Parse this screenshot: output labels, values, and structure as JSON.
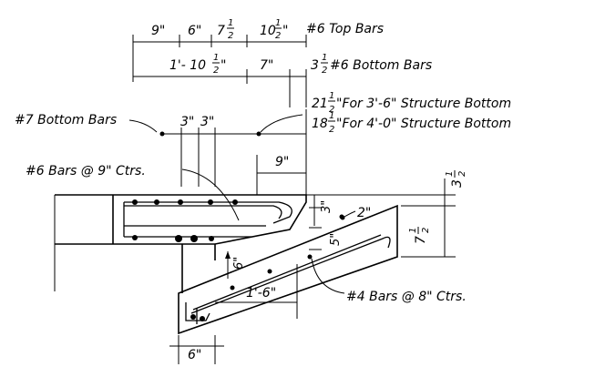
{
  "top_dims": {
    "d1": "9\"",
    "d2": "6\"",
    "d3_whole": "7",
    "d3_num": "1",
    "d3_den": "2",
    "d3_unit": "\"",
    "d4_whole": "10",
    "d4_num": "1",
    "d4_den": "2",
    "d4_unit": "\"",
    "top_bars": "#6 Top Bars"
  },
  "second_dims": {
    "d1_prefix": "1'- 10",
    "d1_num": "1",
    "d1_den": "2",
    "d1_unit": "\"",
    "d2": "7\"",
    "d3_whole": "3",
    "d3_num": "1",
    "d3_den": "2",
    "d3_unit": "\"",
    "bottom_bars": "#6 Bottom Bars"
  },
  "bottom_notes": {
    "left_label": "#7 Bottom Bars",
    "dim_a": "3\"",
    "dim_b": "3\"",
    "note1_whole": "21",
    "note1_num": "1",
    "note1_den": "2",
    "note1_text": "\"For 3'-6\" Structure Bottom",
    "note2_whole": "18",
    "note2_num": "1",
    "note2_den": "2",
    "note2_text": "\"For 4'-0\" Structure Bottom"
  },
  "labels": {
    "bars_6": "#6 Bars @ 9\" Ctrs.",
    "bars_4": "#4 Bars @ 8\" Ctrs.",
    "dim_9": "9\"",
    "dim_3_5_whole": "3",
    "dim_3_5_num": "1",
    "dim_3_5_den": "2",
    "dim_3_5_unit": "\"",
    "dim_3": "3\"",
    "dim_2": "2\"",
    "dim_5": "5\"",
    "dim_6_vert": "6\"",
    "dim_7_5_whole": "7",
    "dim_7_5_num": "1",
    "dim_7_5_den": "2",
    "dim_7_5_unit": "\"",
    "dim_1_6": "1'-6\"",
    "dim_6_bottom": "6\""
  }
}
